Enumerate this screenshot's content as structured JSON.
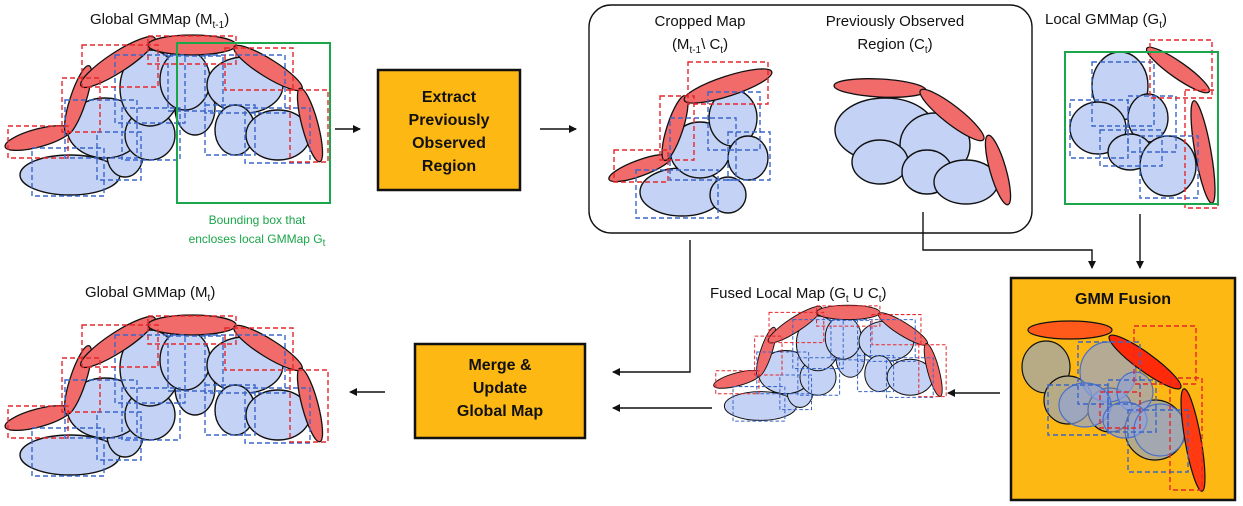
{
  "panels": {
    "global_prev": {
      "title_main": "Global GMMap (M",
      "title_sub": "t-1",
      "title_end": ")"
    },
    "global_new": {
      "title_main": "Global GMMap (M",
      "title_sub": "t",
      "title_end": ")"
    },
    "cropped": {
      "line1": "Cropped Map",
      "line2_a": "(M",
      "line2_sub": "t-1",
      "line2_b": "\\ C",
      "line2_sub2": "t",
      "line2_c": ")"
    },
    "prev_observed": {
      "line1": "Previously Observed",
      "line2_a": "Region (C",
      "line2_sub": "t",
      "line2_b": ")"
    },
    "local": {
      "title_main": "Local GMMap (G",
      "title_sub": "t",
      "title_end": ")"
    },
    "fused": {
      "title_main": "Fused Local Map (G",
      "title_sub": "t",
      "title_mid": " U C",
      "title_sub2": "t",
      "title_end": ")"
    },
    "fusion": {
      "title": "GMM Fusion"
    }
  },
  "processes": {
    "extract": [
      "Extract",
      "Previously",
      "Observed",
      "Region"
    ],
    "merge": [
      "Merge &",
      "Update",
      "Global Map"
    ]
  },
  "annotation": {
    "line1": "Bounding box that",
    "line2_a": "encloses local GMMap G",
    "line2_sub": "t"
  },
  "colors": {
    "process_fill": "#fdb813",
    "red_ellipse": "#f26b6b",
    "blue_ellipse": "#c4d3f5",
    "red_box": "#e5272b",
    "blue_box": "#3a66c9",
    "green_box": "#1aa64a",
    "fusion_orange": "#ff5a1a",
    "fusion_olive": "#b7ab86"
  }
}
